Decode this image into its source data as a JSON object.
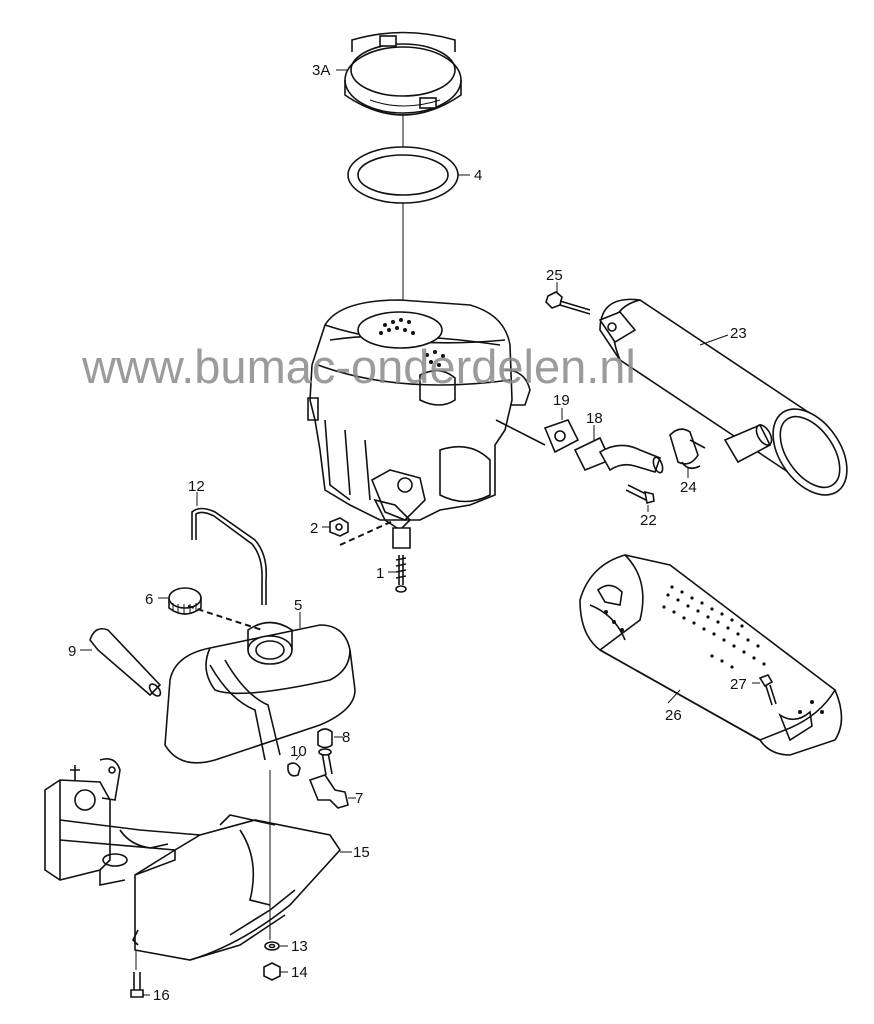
{
  "watermark": "www.bumac-onderdelen.nl",
  "callouts": {
    "p3A": "3A",
    "p4": "4",
    "p25": "25",
    "p23": "23",
    "p19": "19",
    "p18": "18",
    "p24": "24",
    "p22": "22",
    "p12": "12",
    "p2": "2",
    "p1": "1",
    "p6": "6",
    "p5": "5",
    "p9": "9",
    "p8": "8",
    "p10": "10",
    "p7": "7",
    "p27": "27",
    "p26": "26",
    "p15": "15",
    "p13": "13",
    "p14": "14",
    "p16": "16"
  }
}
